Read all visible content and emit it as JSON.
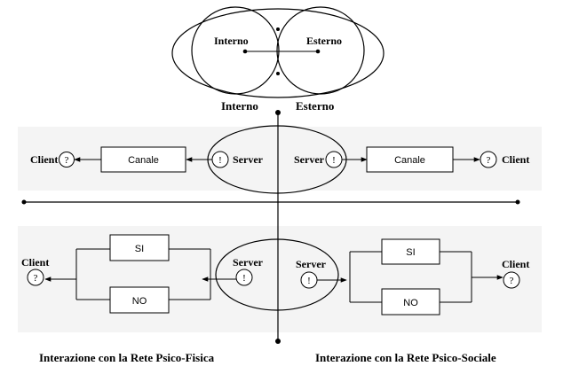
{
  "top_diagram": {
    "left_label": "Interno",
    "right_label": "Esterno"
  },
  "axis_labels": {
    "left": "Interno",
    "right": "Esterno"
  },
  "physical_row": {
    "client_label": "Client",
    "client_symbol": "?",
    "channel_label": "Canale",
    "server_label": "Server",
    "server_symbol": "!"
  },
  "social_row": {
    "client_label": "Client",
    "client_symbol": "?",
    "channel_label": "Canale",
    "server_label": "Server",
    "server_symbol": "!"
  },
  "physical_choice": {
    "client_label": "Client",
    "client_symbol": "?",
    "yes_label": "SI",
    "no_label": "NO",
    "server_label": "Server",
    "server_symbol": "!"
  },
  "social_choice": {
    "client_label": "Client",
    "client_symbol": "?",
    "yes_label": "SI",
    "no_label": "NO",
    "server_label": "Server",
    "server_symbol": "!"
  },
  "captions": {
    "left": "Interazione con la Rete Psico-Fisica",
    "right": "Interazione con la Rete Psico-Sociale"
  }
}
